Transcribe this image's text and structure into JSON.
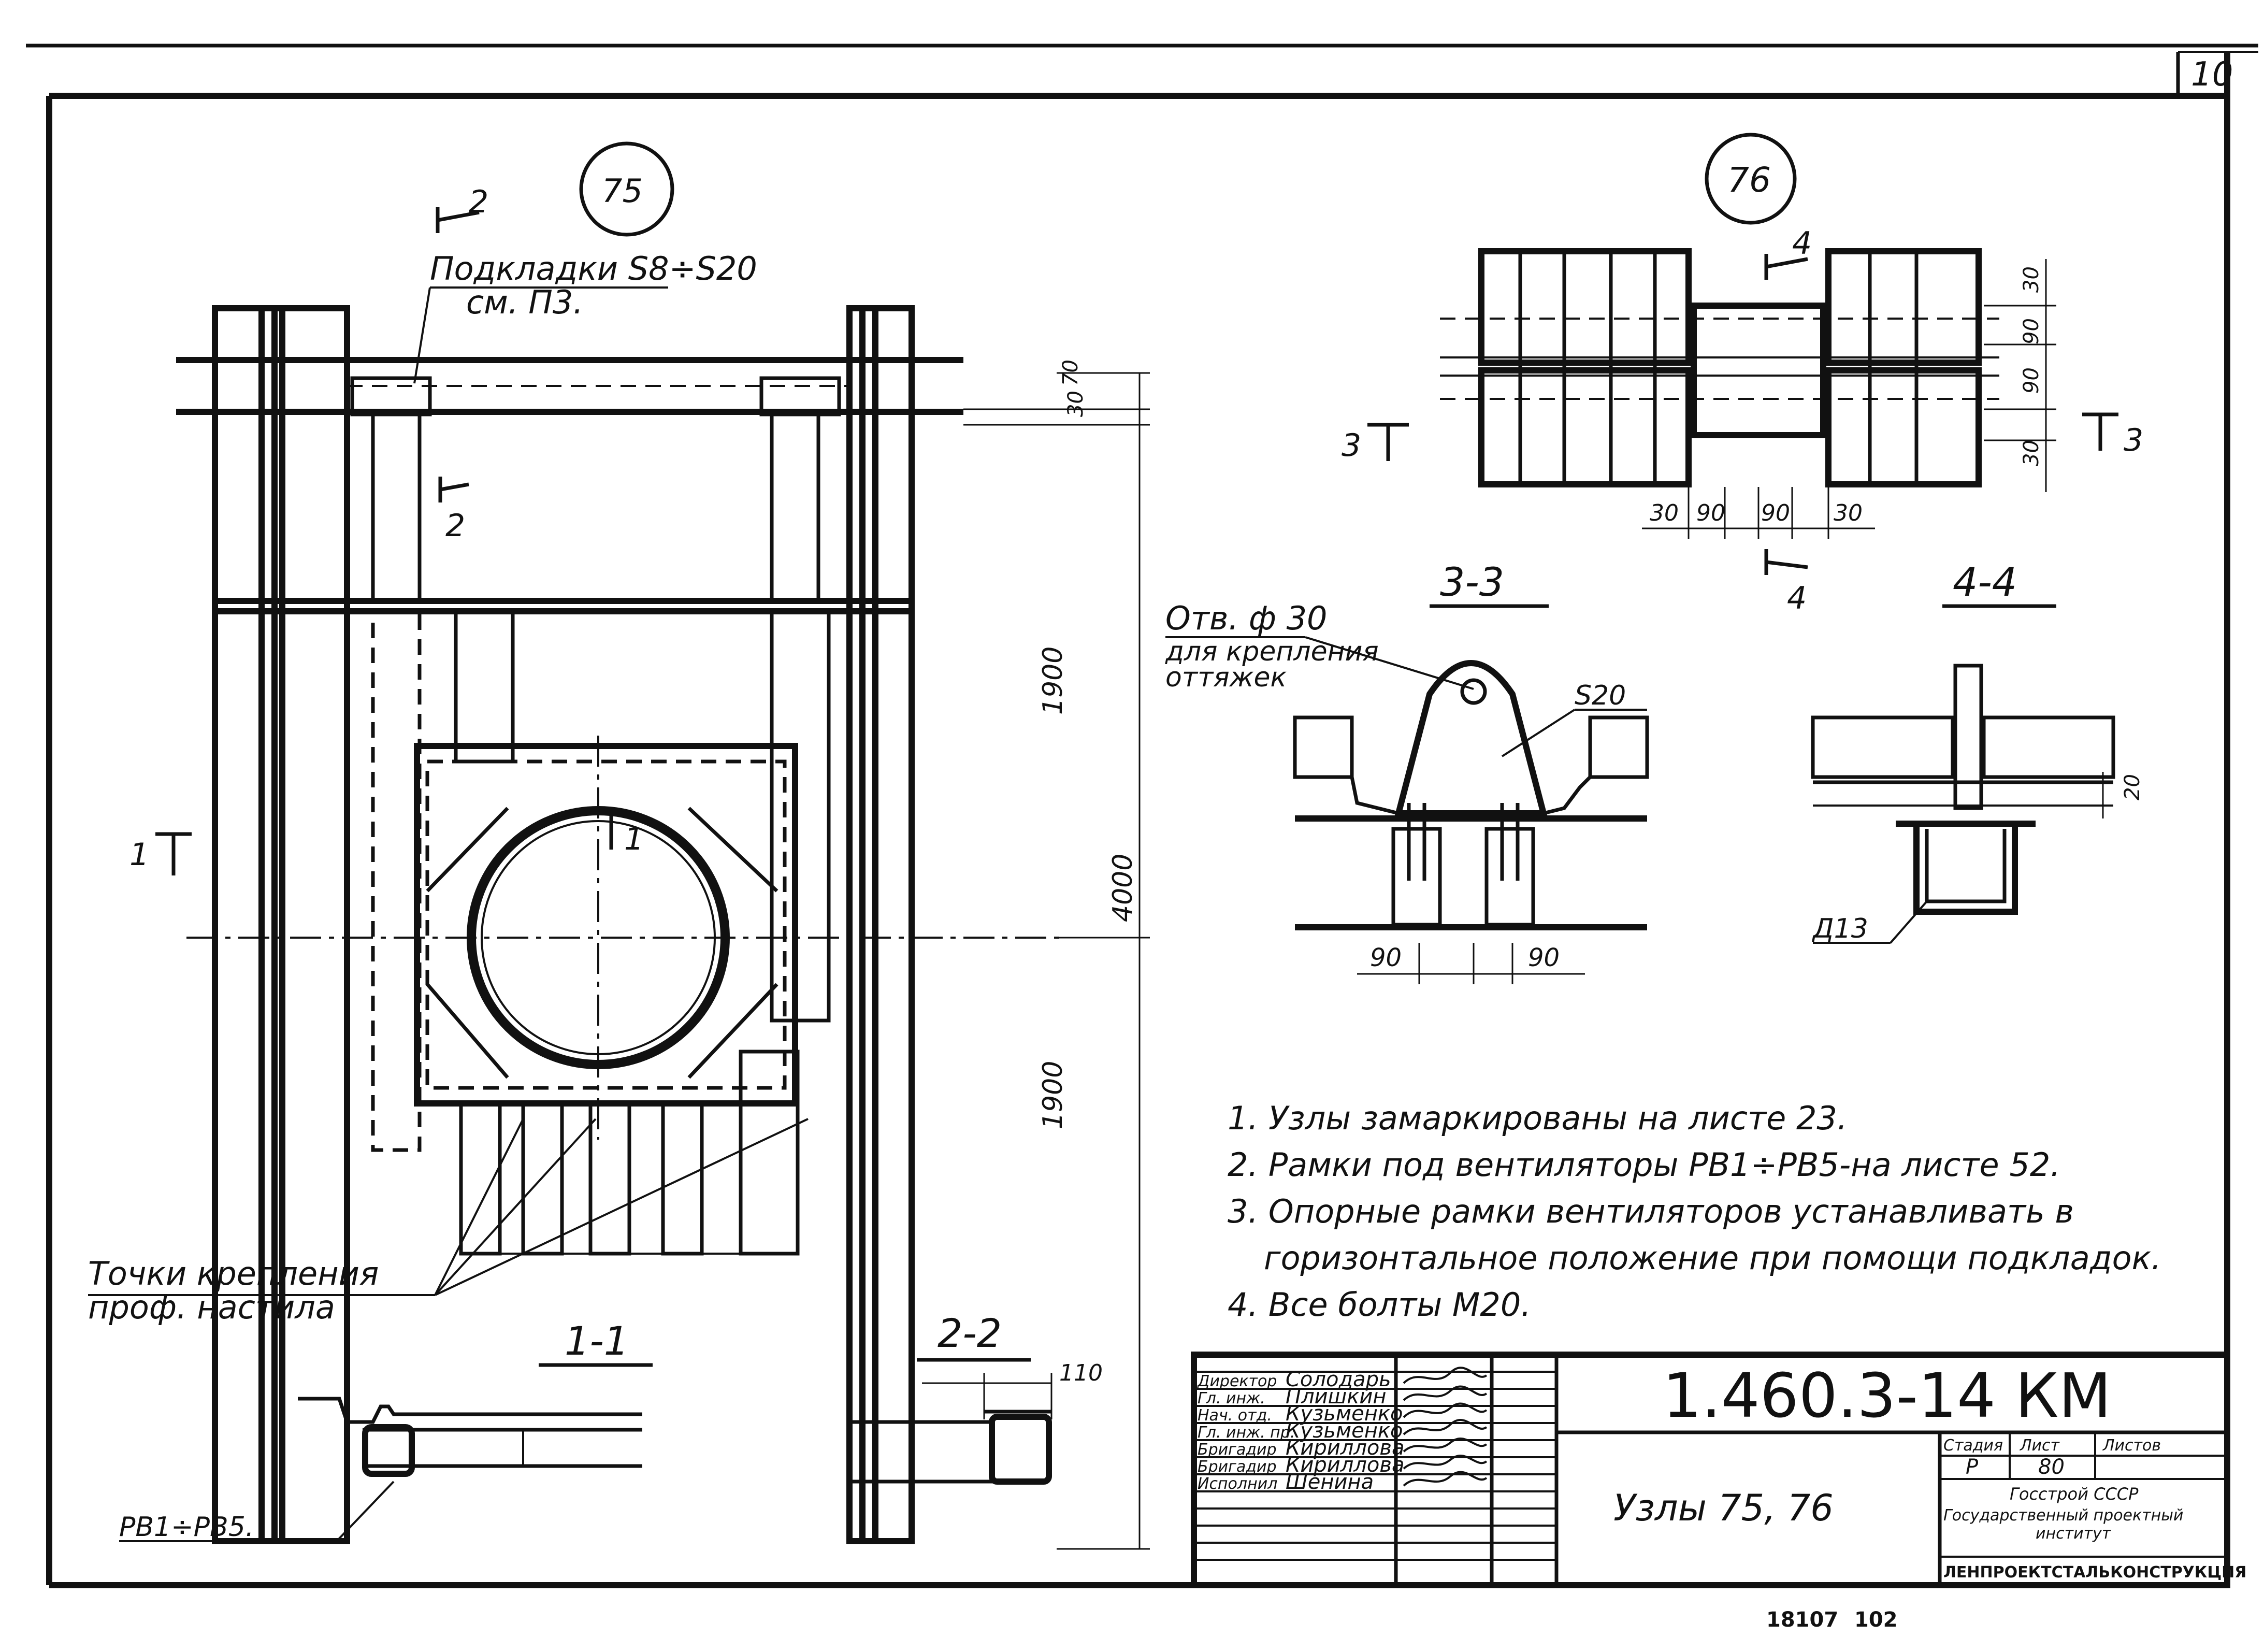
{
  "sheet": {
    "corner_number": "10",
    "footer_code": "18107",
    "footer_page": "102"
  },
  "node75": {
    "bubble": "75",
    "shim_leader": "Подкладки S8÷S20",
    "shim_ref": "см. П3.",
    "dims": [
      "70",
      "30",
      "1900",
      "4000",
      "1900"
    ],
    "fastening_leader_1": "Точки крепления",
    "fastening_leader_2": "проф. настила",
    "section_marks": {
      "s1": "1",
      "s2": "2"
    }
  },
  "node76": {
    "bubble": "76",
    "dims_vertical": [
      "30",
      "90",
      "90",
      "30"
    ],
    "dims_horizontal": [
      "30",
      "90",
      "90",
      "30"
    ],
    "section_marks": {
      "s3": "3",
      "s4": "4"
    }
  },
  "sections": {
    "s33": {
      "label": "3-3",
      "hole_leader_1": "Отв. ф 30",
      "hole_leader_2": "для крепления",
      "hole_leader_3": "оттяжек",
      "plate": "S20",
      "dim_left": "90",
      "dim_right": "90"
    },
    "s44": {
      "label": "4-4",
      "dim": "20",
      "bolt": "Д13"
    },
    "s11": {
      "label": "1-1",
      "frame_ref": "РВ1÷РВ5."
    },
    "s22": {
      "label": "2-2",
      "dim": "110"
    }
  },
  "notes": [
    "1. Узлы замаркированы на листе 23.",
    "2. Рамки под вентиляторы РВ1÷РВ5-на листе 52.",
    "3. Опорные рамки вентиляторов устанавливать в",
    "горизонтальное положение при помощи подкладок.",
    "4. Все болты М20."
  ],
  "title_block": {
    "doc_number": "1.460.3-14 КМ",
    "title": "Узлы 75, 76",
    "rows": [
      {
        "role": "Директор",
        "name": "Солодарь"
      },
      {
        "role": "Гл. инж.",
        "name": "Плишкин"
      },
      {
        "role": "Нач. отд.",
        "name": "Кузьменко"
      },
      {
        "role": "Гл. инж. пр.",
        "name": "Кузьменко"
      },
      {
        "role": "Бригадир",
        "name": "Кириллова"
      },
      {
        "role": "Бригадир",
        "name": "Кириллова"
      },
      {
        "role": "Исполнил",
        "name": "Шенина"
      }
    ],
    "stage_header": "Стадия",
    "sheet_header": "Лист",
    "sheets_header": "Листов",
    "stage": "Р",
    "sheet": "80",
    "sheets": "",
    "org_1": "Госстрой СССР",
    "org_2": "Государственный проектный",
    "org_3": "институт",
    "org_4": "ЛЕНПРОЕКТСТАЛЬКОНСТРУКЦИЯ"
  }
}
